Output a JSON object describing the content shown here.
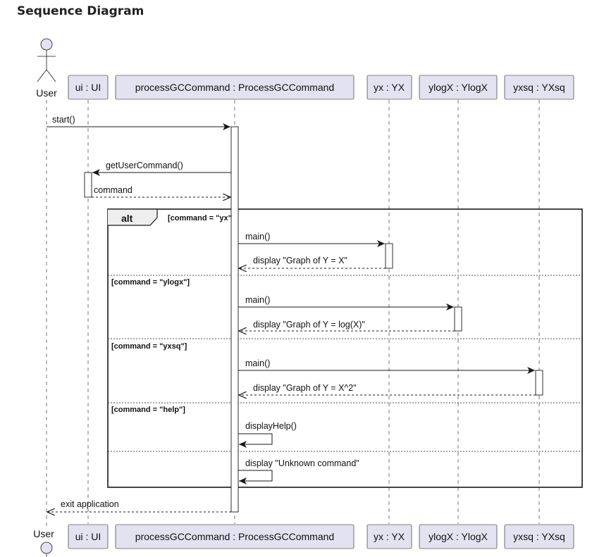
{
  "title": "Sequence Diagram",
  "participants": [
    {
      "id": "user",
      "label": "User",
      "kind": "actor"
    },
    {
      "id": "ui",
      "label": "ui : UI"
    },
    {
      "id": "pgc",
      "label": "processGCCommand : ProcessGCCommand"
    },
    {
      "id": "yx",
      "label": "yx : YX"
    },
    {
      "id": "ylogx",
      "label": "ylogX : YlogX"
    },
    {
      "id": "yxsq",
      "label": "yxsq : YXsq"
    }
  ],
  "messages": [
    {
      "from": "user",
      "to": "pgc",
      "label": "start()",
      "style": "solid"
    },
    {
      "from": "pgc",
      "to": "ui",
      "label": "getUserCommand()",
      "style": "solid"
    },
    {
      "from": "ui",
      "to": "pgc",
      "label": "command",
      "style": "dashed"
    },
    {
      "from": "pgc",
      "to": "yx",
      "label": "main()",
      "style": "solid"
    },
    {
      "from": "yx",
      "to": "pgc",
      "label": "display \"Graph of Y = X\"",
      "style": "dashed"
    },
    {
      "from": "pgc",
      "to": "ylogx",
      "label": "main()",
      "style": "solid"
    },
    {
      "from": "ylogx",
      "to": "pgc",
      "label": "display \"Graph of Y = log(X)\"",
      "style": "dashed"
    },
    {
      "from": "pgc",
      "to": "yxsq",
      "label": "main()",
      "style": "solid"
    },
    {
      "from": "yxsq",
      "to": "pgc",
      "label": "display \"Graph of Y = X^2\"",
      "style": "dashed"
    },
    {
      "from": "pgc",
      "to": "pgc",
      "label": "displayHelp()",
      "style": "self"
    },
    {
      "from": "pgc",
      "to": "pgc",
      "label": "display \"Unknown command\"",
      "style": "self"
    },
    {
      "from": "pgc",
      "to": "user",
      "label": "exit application",
      "style": "dashed"
    }
  ],
  "alt": {
    "label": "alt",
    "guards": [
      "[command = \"yx\"]",
      "[command = \"ylogx\"]",
      "[command = \"yxsq\"]",
      "[command = \"help\"]"
    ]
  }
}
